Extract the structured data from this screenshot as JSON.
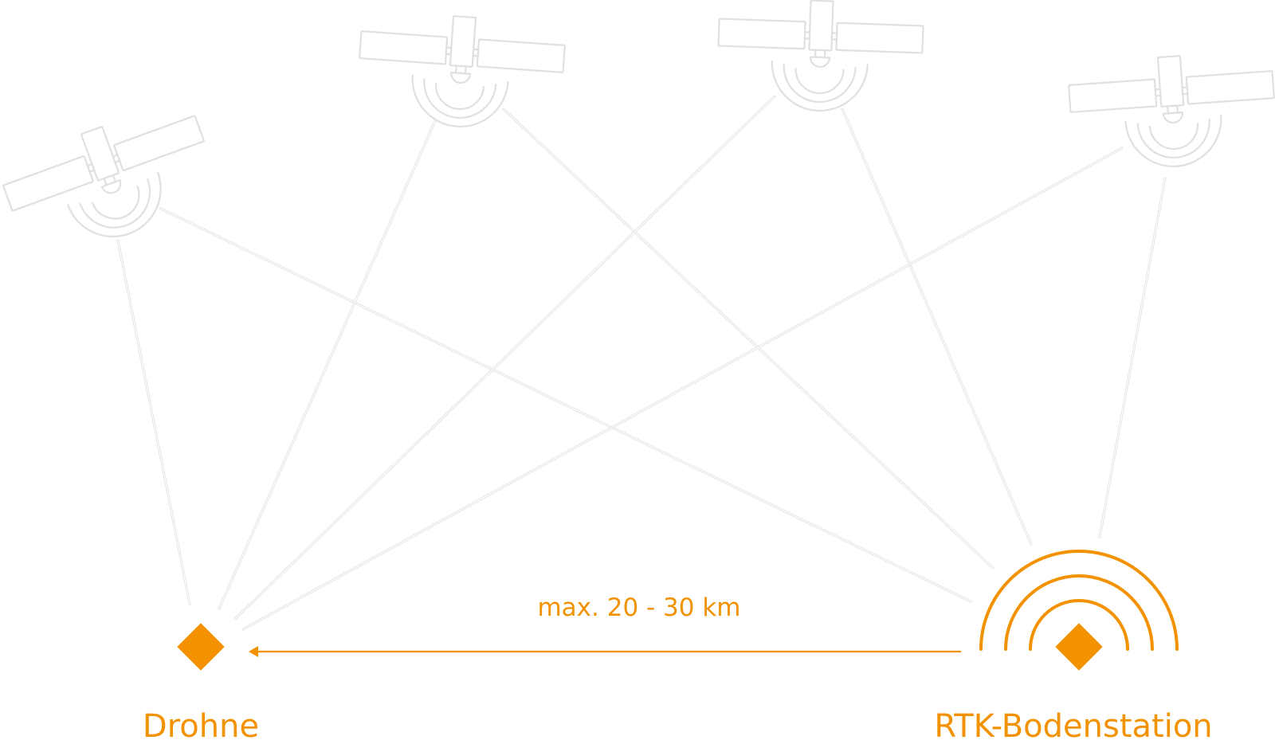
{
  "colors": {
    "accent": "#f39200",
    "satellite_outline": "#e0e0e0",
    "background": "#ffffff"
  },
  "labels": {
    "drone": "Drohne",
    "station": "RTK-Bodenstation",
    "distance": "max. 20 - 30 km"
  },
  "icons": {
    "satellite": "satellite-icon",
    "drone_marker": "diamond-marker",
    "station_marker": "diamond-marker-with-broadcast-arcs",
    "arrow": "arrow-left"
  }
}
